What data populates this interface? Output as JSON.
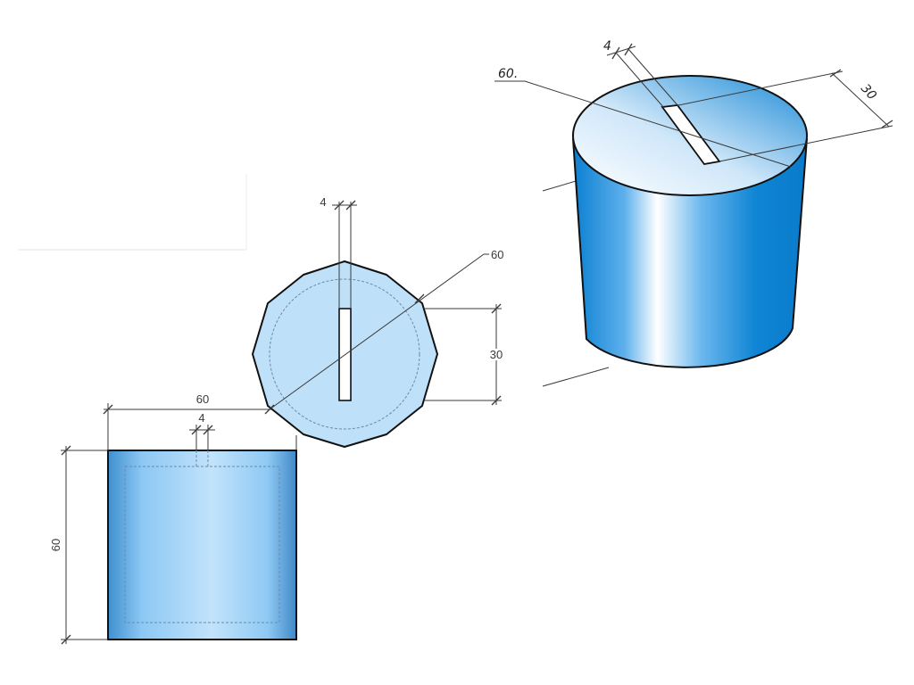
{
  "front_view": {
    "width_label": "60",
    "height_label": "60",
    "slot_label": "4"
  },
  "top_view": {
    "slot_label": "4",
    "diameter_label": "60",
    "slot_length_label": "30"
  },
  "iso_view": {
    "slot_label": "4",
    "diameter_label": "60.",
    "slot_length_label": "30"
  },
  "colors": {
    "fill_light": "#bfe0f9",
    "fill_mid": "#6fb8ef",
    "fill_dark": "#0a7fd1",
    "outline": "#111111",
    "dimension": "#3a3a3a"
  }
}
